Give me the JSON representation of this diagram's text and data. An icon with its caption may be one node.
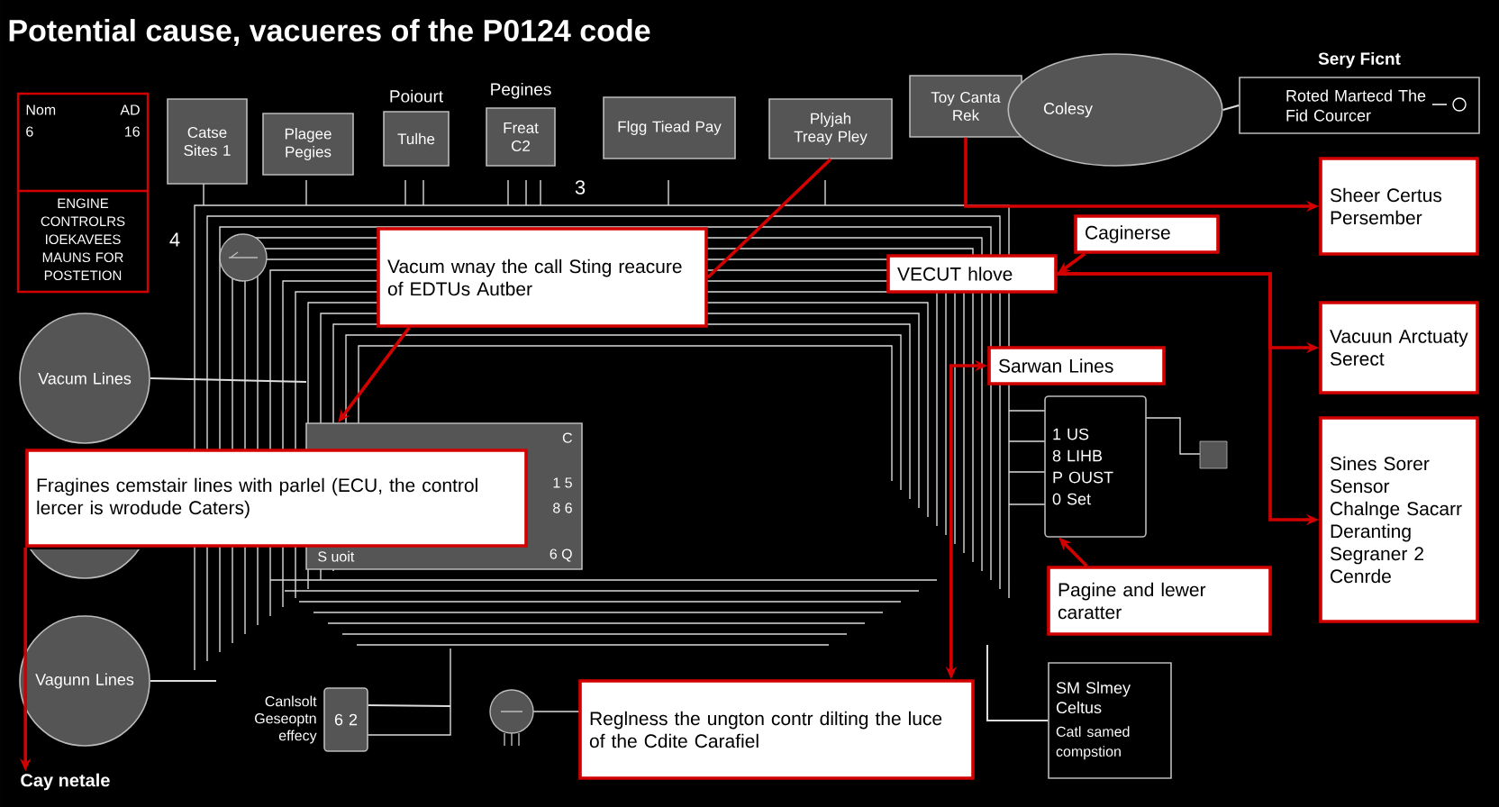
{
  "diagram": {
    "title": "Potential cause, vacueres of the P0124 code",
    "nodes": [
      {
        "text": [
          "Nom",
          "AD",
          "6",
          "16",
          "ENGINE CONTROLRS IOEKAVEES MAUNS FOR POSTETION"
        ]
      },
      {
        "text": [
          "Catse Sites 1"
        ]
      },
      {
        "text": [
          "Plagee Pegies"
        ]
      },
      {
        "text": [
          "Poiourt",
          "Tulhe"
        ]
      },
      {
        "text": [
          "Pegines",
          "Freat C2"
        ]
      },
      {
        "text": [
          "Flgg Tiead Pay"
        ]
      },
      {
        "text": [
          "Plyjah Treay Pley"
        ]
      },
      {
        "text": [
          "Toy Canta Rek"
        ]
      },
      {
        "text": [
          "Colesy"
        ]
      },
      {
        "text": [
          "Sery Ficnt",
          "Roted Martecd The Fid Courcer"
        ]
      },
      {
        "text": [
          "Vacum wnay the call Sting reacure of EDTUs Autber"
        ]
      },
      {
        "text": [
          "Sheer Certus Persember"
        ]
      },
      {
        "text": [
          "Caginerse"
        ]
      },
      {
        "text": [
          "VECUT hlove"
        ]
      },
      {
        "text": [
          "Vacum Lines"
        ]
      },
      {
        "text": [
          "Vacuun Arctuaty Serect"
        ]
      },
      {
        "text": [
          "Sarwan Lines"
        ]
      },
      {
        "text": [
          "C",
          "1 5",
          "8 6",
          "S uoit",
          "6 Q"
        ]
      },
      {
        "text": [],
        "shape": "circle"
      },
      {
        "text": [
          "Fragines cemstair lines with parlel (ECU, the control lercer is wrodude Caters)"
        ]
      },
      {
        "text": [
          "1 US",
          "8 LIHB",
          "P OUST",
          "0 Set"
        ]
      },
      {
        "text": [
          "Sines Sorer Sensor Chalnge Sacarr Deranting Segraner 2 Cenrde"
        ]
      },
      {
        "text": [
          "Pagine and lewer caratter"
        ]
      },
      {
        "text": [
          "Vagunn Lines"
        ]
      },
      {
        "text": [
          "6 2"
        ],
        "beside": [
          "Canlsolt Geseoptn effecy"
        ]
      },
      {
        "text": [
          "Reglness the ungton contr dilting the luce of the Cdite Carafiel"
        ]
      },
      {
        "text": [
          "SM Slmey Celtus",
          "Catl samed compstion"
        ]
      },
      {
        "text": [
          "Cay netale"
        ]
      }
    ],
    "edges": [
      {
        "from": 7,
        "to": 11,
        "arrow": "to"
      },
      {
        "from": 10,
        "to": 6,
        "arrow": "none"
      },
      {
        "from": 10,
        "to": 17,
        "arrow": "to"
      },
      {
        "from": 12,
        "to": 13,
        "arrow": "to"
      },
      {
        "from": 13,
        "to": 15,
        "arrow": "to"
      },
      {
        "from": 13,
        "to": 21,
        "arrow": "to"
      },
      {
        "from": 22,
        "to": 20,
        "arrow": "to"
      },
      {
        "from": 16,
        "to": 25,
        "arrow": "both"
      },
      {
        "from": 19,
        "to": 27,
        "arrow": "to"
      },
      {
        "from": 9,
        "to": 8,
        "arrow": "none",
        "color": "#dddddd"
      },
      {
        "from": 14,
        "to": null,
        "arrow": "none",
        "color": "#dddddd"
      },
      {
        "from": 23,
        "to": null,
        "arrow": "none",
        "color": "#dddddd"
      },
      {
        "from": 24,
        "to": null,
        "arrow": "none",
        "color": "#dddddd"
      },
      {
        "from": null,
        "to": 26,
        "arrow": "none",
        "color": "#dddddd"
      }
    ],
    "labels": [
      "4",
      "3"
    ]
  }
}
